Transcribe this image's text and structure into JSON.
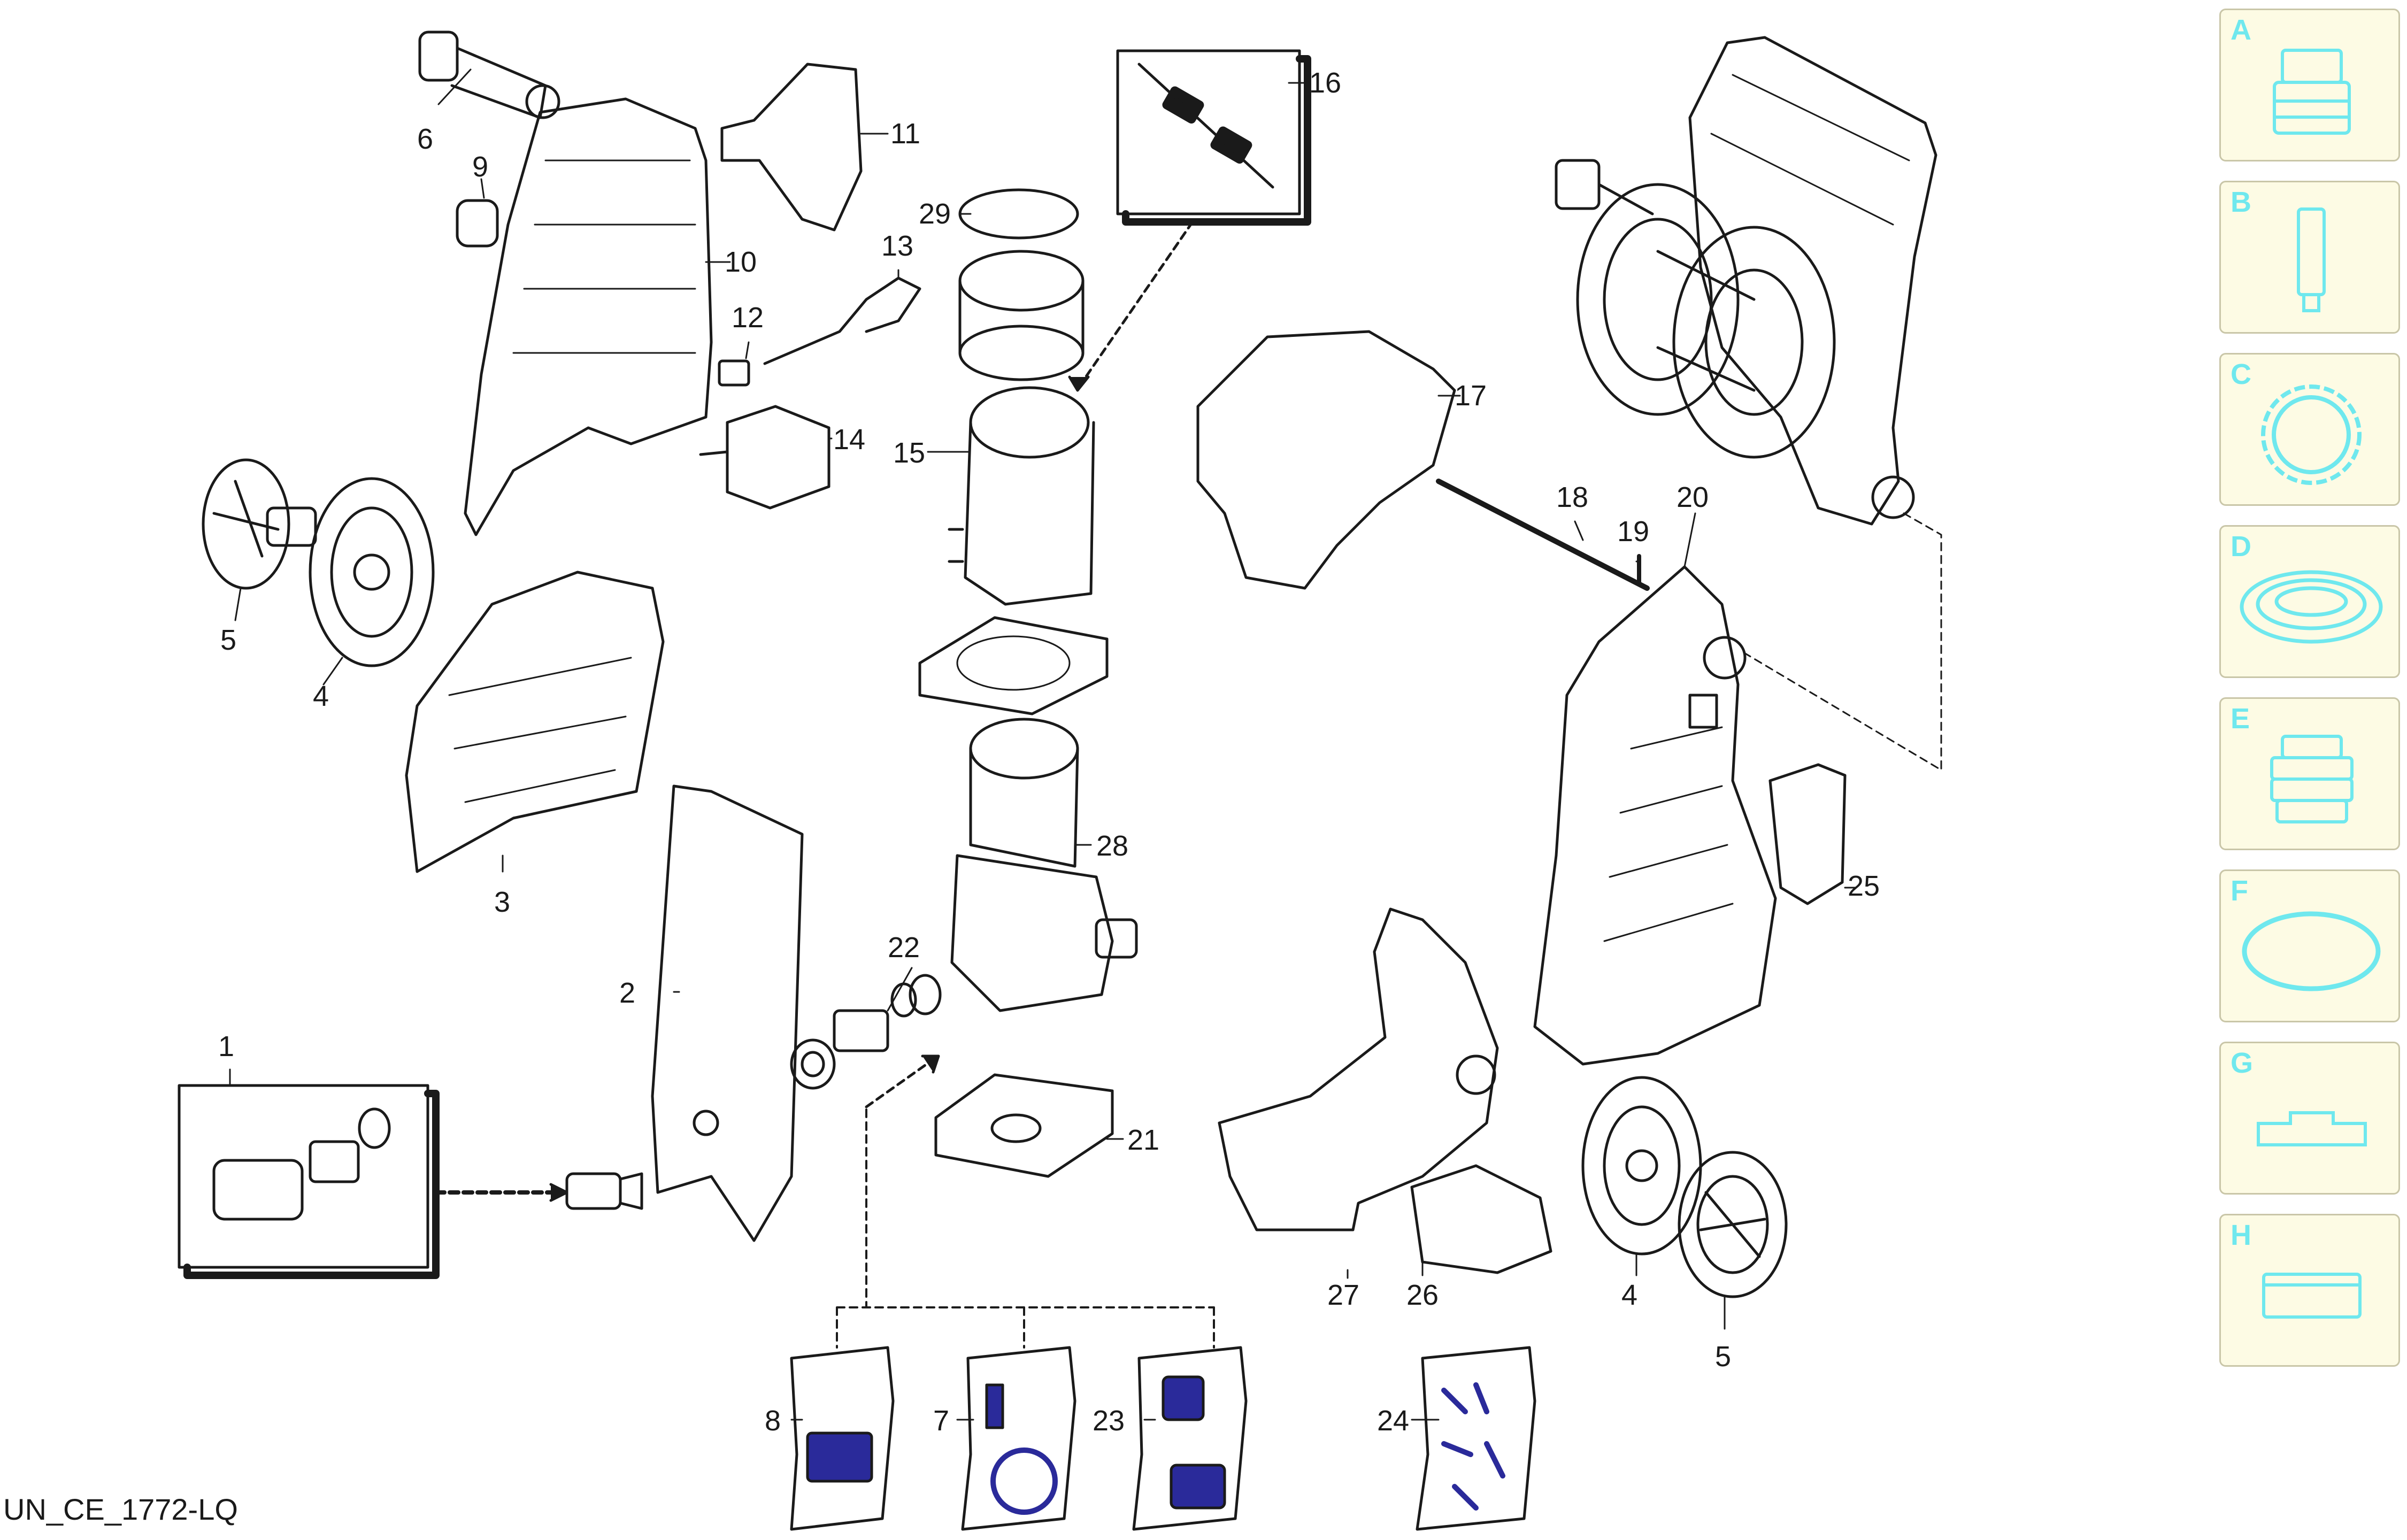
{
  "caption": "UN_CE_1772-LQ",
  "callouts": [
    {
      "id": "c1",
      "label": "1"
    },
    {
      "id": "c2",
      "label": "2"
    },
    {
      "id": "c3",
      "label": "3"
    },
    {
      "id": "c4a",
      "label": "4"
    },
    {
      "id": "c4b",
      "label": "4"
    },
    {
      "id": "c5a",
      "label": "5"
    },
    {
      "id": "c5b",
      "label": "5"
    },
    {
      "id": "c6",
      "label": "6"
    },
    {
      "id": "c7",
      "label": "7"
    },
    {
      "id": "c8",
      "label": "8"
    },
    {
      "id": "c9",
      "label": "9"
    },
    {
      "id": "c10",
      "label": "10"
    },
    {
      "id": "c11",
      "label": "11"
    },
    {
      "id": "c12",
      "label": "12"
    },
    {
      "id": "c13",
      "label": "13"
    },
    {
      "id": "c14",
      "label": "14"
    },
    {
      "id": "c15",
      "label": "15"
    },
    {
      "id": "c16",
      "label": "16"
    },
    {
      "id": "c17",
      "label": "17"
    },
    {
      "id": "c18",
      "label": "18"
    },
    {
      "id": "c19",
      "label": "19"
    },
    {
      "id": "c20",
      "label": "20"
    },
    {
      "id": "c21",
      "label": "21"
    },
    {
      "id": "c22",
      "label": "22"
    },
    {
      "id": "c23",
      "label": "23"
    },
    {
      "id": "c24",
      "label": "24"
    },
    {
      "id": "c25",
      "label": "25"
    },
    {
      "id": "c26",
      "label": "26"
    },
    {
      "id": "c27",
      "label": "27"
    },
    {
      "id": "c28",
      "label": "28"
    },
    {
      "id": "c29",
      "label": "29"
    }
  ],
  "sidebar": {
    "items": [
      {
        "letter": "A",
        "icon": "spray-nozzle-icon"
      },
      {
        "letter": "B",
        "icon": "wand-icon"
      },
      {
        "letter": "C",
        "icon": "gear-ring-icon"
      },
      {
        "letter": "D",
        "icon": "seal-ring-icon"
      },
      {
        "letter": "E",
        "icon": "stacked-seal-icon"
      },
      {
        "letter": "F",
        "icon": "o-ring-icon"
      },
      {
        "letter": "G",
        "icon": "clip-icon"
      },
      {
        "letter": "H",
        "icon": "block-icon"
      }
    ]
  },
  "colors": {
    "line": "#1a1a1a",
    "bag_fill": "#2a2a9a",
    "side_accent": "#6fe8ee",
    "side_bg": "#fdfbe4"
  }
}
